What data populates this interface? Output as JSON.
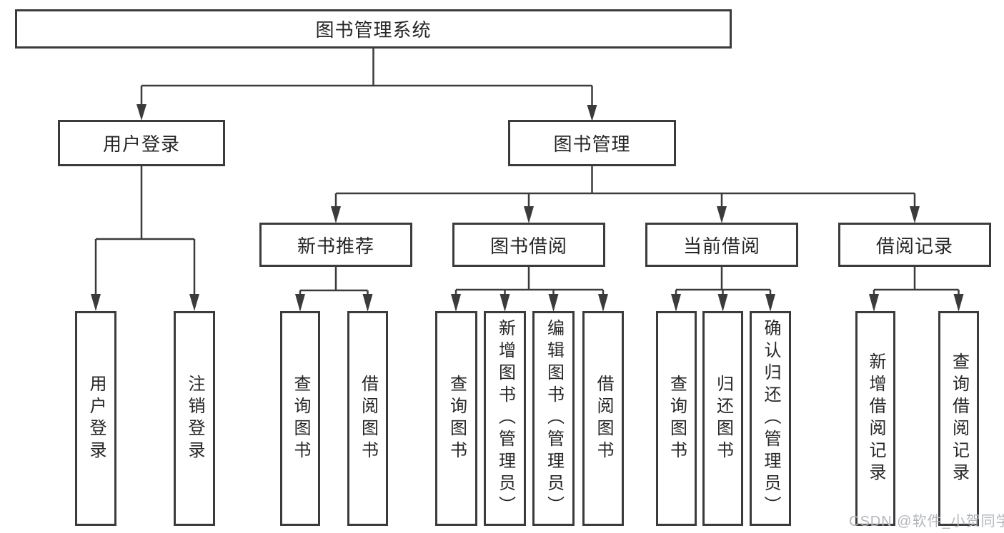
{
  "tree": {
    "label": "图书管理系统",
    "children": [
      {
        "label": "用户登录",
        "children": [
          {
            "label": "用户登录"
          },
          {
            "label": "注销登录"
          }
        ]
      },
      {
        "label": "图书管理",
        "children": [
          {
            "label": "新书推荐",
            "children": [
              {
                "label": "查询图书"
              },
              {
                "label": "借阅图书"
              }
            ]
          },
          {
            "label": "图书借阅",
            "children": [
              {
                "label": "查询图书"
              },
              {
                "label": "新增图书（管理员）"
              },
              {
                "label": "编辑图书（管理员）"
              },
              {
                "label": "借阅图书"
              }
            ]
          },
          {
            "label": "当前借阅",
            "children": [
              {
                "label": "查询图书"
              },
              {
                "label": "归还图书"
              },
              {
                "label": "确认归还（管理员）"
              }
            ]
          },
          {
            "label": "借阅记录",
            "children": [
              {
                "label": "新增借阅记录"
              },
              {
                "label": "查询借阅记录"
              }
            ]
          }
        ]
      }
    ]
  },
  "watermark": {
    "text": "CSDN @软件_小贺同学"
  },
  "colors": {
    "border": "#3b3b3b",
    "text": "#262626",
    "watermark": "#b3b6bb",
    "background": "#ffffff"
  }
}
